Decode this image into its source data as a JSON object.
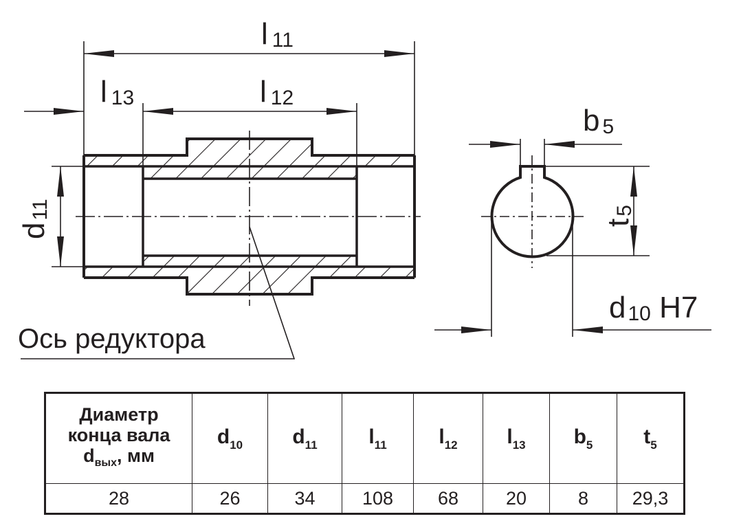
{
  "drawing": {
    "labels": {
      "l11": {
        "main": "l",
        "sub": "11"
      },
      "l12": {
        "main": "l",
        "sub": "12"
      },
      "l13": {
        "main": "l",
        "sub": "13"
      },
      "d11": {
        "main": "d",
        "sub": "11"
      },
      "b5": {
        "main": "b",
        "sub": "5"
      },
      "t5": {
        "main": "t",
        "sub": "5"
      },
      "d10": {
        "main": "d",
        "sub": "10",
        "suffix": " H7"
      }
    },
    "axis_label": "Ось редуктора"
  },
  "table": {
    "header_lines": [
      "Диаметр",
      "конца вала"
    ],
    "header_last": {
      "main": "d",
      "sub": "вых",
      "suffix": ", мм"
    },
    "columns": [
      {
        "main": "d",
        "sub": "10"
      },
      {
        "main": "d",
        "sub": "11"
      },
      {
        "main": "l",
        "sub": "11"
      },
      {
        "main": "l",
        "sub": "12"
      },
      {
        "main": "l",
        "sub": "13"
      },
      {
        "main": "b",
        "sub": "5"
      },
      {
        "main": "t",
        "sub": "5"
      }
    ],
    "rows": [
      [
        "28",
        "26",
        "34",
        "108",
        "68",
        "20",
        "8",
        "29,3"
      ]
    ]
  }
}
